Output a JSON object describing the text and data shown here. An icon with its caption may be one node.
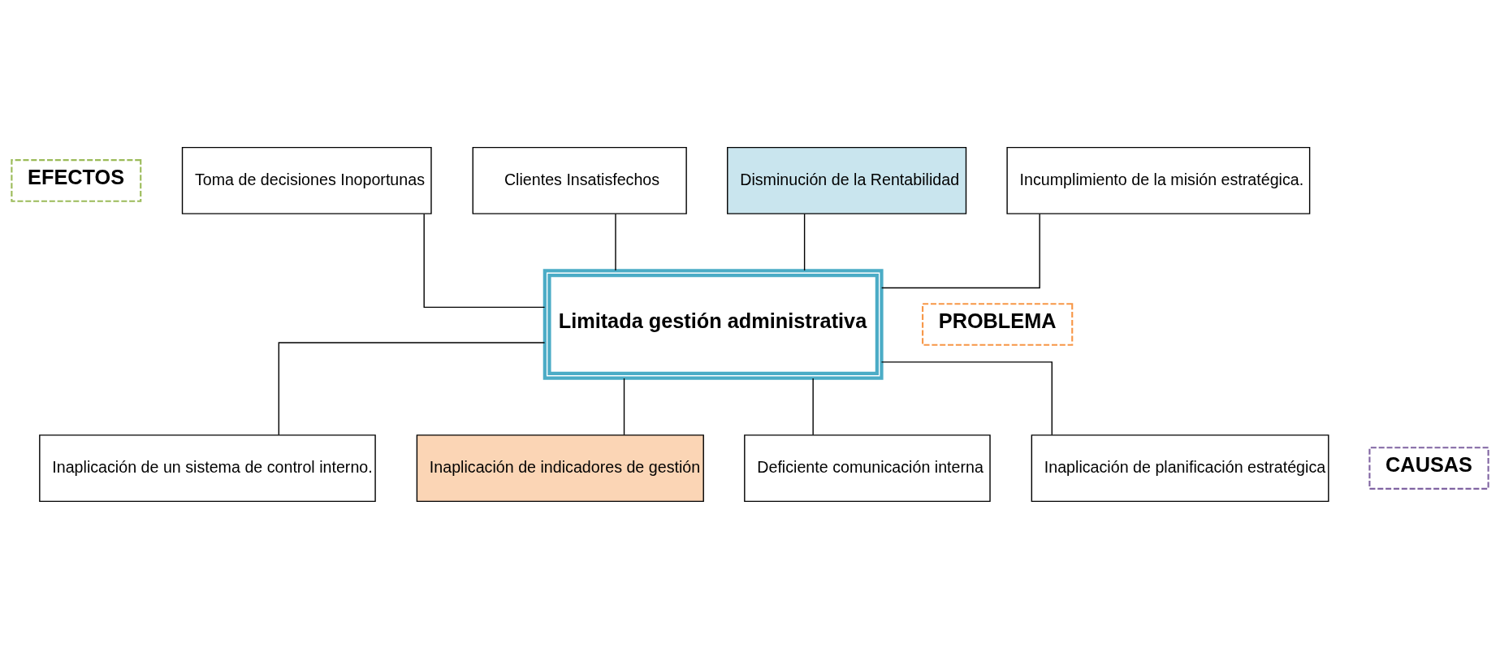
{
  "diagram": {
    "nodes": [
      {
        "text": [
          "EFECTOS"
        ]
      },
      {
        "text": [
          "Toma de decisiones Inoportunas"
        ]
      },
      {
        "text": [
          "Clientes Insatisfechos"
        ]
      },
      {
        "text": [
          "Disminución de la Rentabilidad"
        ]
      },
      {
        "text": [
          "Incumplimiento de la misión estratégica."
        ]
      },
      {
        "text": [
          "PROBLEMA"
        ]
      },
      {
        "text": [
          "Limitada gestión administrativa"
        ]
      },
      {
        "text": [
          "CAUSAS"
        ]
      },
      {
        "text": [
          "Inaplicación de un sistema de control interno."
        ]
      },
      {
        "text": [
          "Inaplicación de indicadores de gestión"
        ]
      },
      {
        "text": [
          "Deficiente comunicación interna"
        ]
      },
      {
        "text": [
          "Inaplicación de planificación estratégica"
        ]
      }
    ],
    "edges": [
      {
        "from": 1,
        "to": 6,
        "arrow": "none"
      },
      {
        "from": 2,
        "to": 6,
        "arrow": "none"
      },
      {
        "from": 3,
        "to": 6,
        "arrow": "none"
      },
      {
        "from": 4,
        "to": 6,
        "arrow": "none"
      },
      {
        "from": 6,
        "to": 8,
        "arrow": "none"
      },
      {
        "from": 6,
        "to": 9,
        "arrow": "none"
      },
      {
        "from": 6,
        "to": 10,
        "arrow": "none"
      },
      {
        "from": 6,
        "to": 11,
        "arrow": "none"
      }
    ]
  }
}
